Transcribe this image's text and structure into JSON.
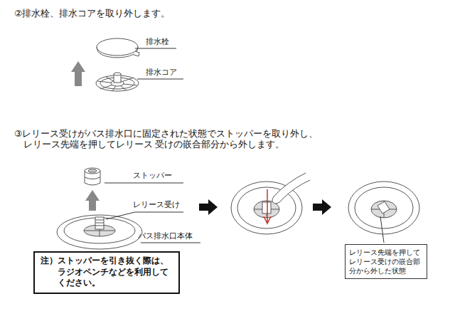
{
  "diagram": {
    "nodes": [
      {
        "text": [
          "注）ストッパーを引き抜く際は、 ラジオペンチなどを利用して ください。"
        ]
      },
      {
        "text": [
          "レリース先端を押して レリース受けの嵌合部 分から外した状態"
        ]
      }
    ],
    "labels": [
      "②排水栓、排水コアを取り外します。",
      "排水栓",
      "排水コア",
      "③レリース受けがバス排水口に固定された状態でストッパーを取り外し、レリース先端を押してレリース 受けの嵌合部分から外します。",
      "ストッパー",
      "レリース受け",
      "バス排水口本体"
    ]
  }
}
